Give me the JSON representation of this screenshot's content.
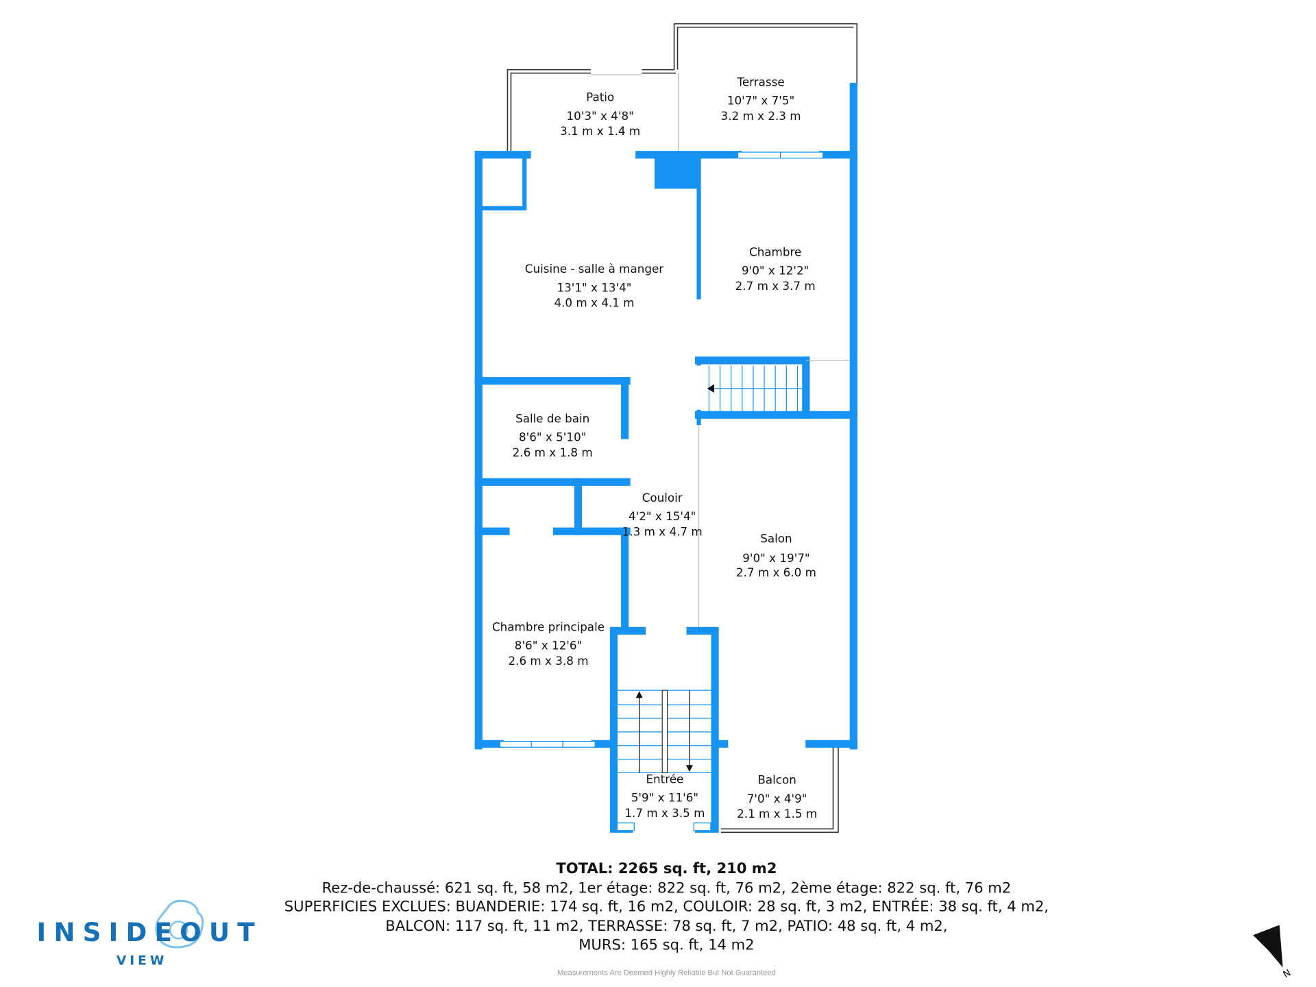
{
  "rooms": [
    {
      "name": "Patio",
      "imperial": "10'3\" x 4'8\"",
      "metric": "3.1 m x 1.4 m"
    },
    {
      "name": "Terrasse",
      "imperial": "10'7\" x 7'5\"",
      "metric": "3.2 m x 2.3 m"
    },
    {
      "name": "Cuisine - salle à manger",
      "imperial": "13'1\" x 13'4\"",
      "metric": "4.0 m x 4.1 m"
    },
    {
      "name": "Chambre",
      "imperial": "9'0\" x 12'2\"",
      "metric": "2.7 m x 3.7 m"
    },
    {
      "name": "Salle de bain",
      "imperial": "8'6\" x 5'10\"",
      "metric": "2.6 m x 1.8 m"
    },
    {
      "name": "Couloir",
      "imperial": "4'2\" x 15'4\"",
      "metric": "1.3 m x 4.7 m"
    },
    {
      "name": "Salon",
      "imperial": "9'0\" x 19'7\"",
      "metric": "2.7 m x 6.0 m"
    },
    {
      "name": "Chambre principale",
      "imperial": "8'6\" x 12'6\"",
      "metric": "2.6 m x 3.8 m"
    },
    {
      "name": "Entrée",
      "imperial": "5'9\" x 11'6\"",
      "metric": "1.7 m x 3.5 m"
    },
    {
      "name": "Balcon",
      "imperial": "7'0\" x 4'9\"",
      "metric": "2.1 m x 1.5 m"
    }
  ],
  "summary": {
    "total": "TOTAL: 2265 sq. ft, 210 m2",
    "line1": "Rez-de-chaussé: 621 sq. ft, 58 m2, 1er étage: 822 sq. ft, 76 m2, 2ème étage: 822 sq. ft, 76 m2",
    "line2": "SUPERFICIES EXCLUES: BUANDERIE: 174 sq. ft, 16 m2, COULOIR: 28 sq. ft, 3 m2, ENTRÉE: 38 sq. ft, 4 m2,",
    "line3": "BALCON: 117 sq. ft, 11 m2, TERRASSE: 78 sq. ft, 7 m2, PATIO: 48 sq. ft, 4 m2,",
    "line4": "MURS: 165 sq. ft, 14 m2",
    "disclaimer": "Measurements Are Deemed Highly Reliable But Not Guaranteed"
  },
  "logo": {
    "brand": "INSIDEOUT",
    "sub": "VIEW"
  },
  "compass": {
    "label": "N"
  },
  "colors": {
    "wall": "#1592f2",
    "logo": "#1670b8",
    "logo_light": "#7cc4ee"
  }
}
